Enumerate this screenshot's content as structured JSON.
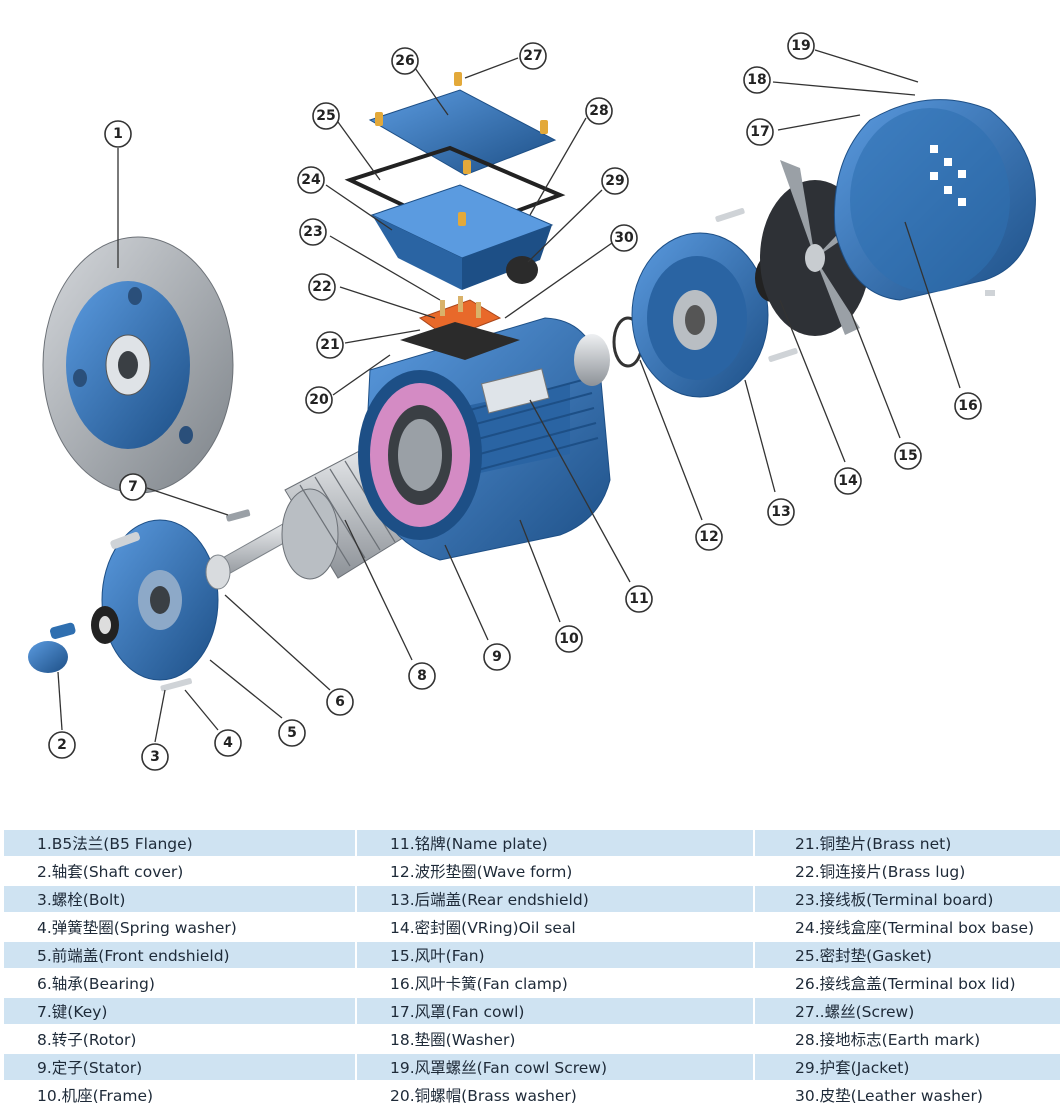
{
  "diagram": {
    "callouts": [
      "1",
      "2",
      "3",
      "4",
      "5",
      "6",
      "7",
      "8",
      "9",
      "10",
      "11",
      "12",
      "13",
      "14",
      "15",
      "16",
      "17",
      "18",
      "19",
      "20",
      "21",
      "22",
      "23",
      "24",
      "25",
      "26",
      "27",
      "28",
      "29",
      "30"
    ],
    "colors": {
      "motor_blue": "#2f6fb0",
      "motor_dark": "#1d4f86",
      "flange_grey": "#9aa0a6",
      "rotor_silver": "#c8ccd0",
      "terminal_orange": "#e8692a",
      "stator_pink": "#d48bc4"
    }
  },
  "legend": {
    "rows": [
      [
        "1.B5法兰(B5 Flange)",
        "11.铭牌(Name plate)",
        "21.铜垫片(Brass net)"
      ],
      [
        "2.轴套(Shaft cover)",
        "12.波形垫圈(Wave form)",
        "22.铜连接片(Brass lug)"
      ],
      [
        "3.螺栓(Bolt)",
        "13.后端盖(Rear endshield)",
        "23.接线板(Terminal board)"
      ],
      [
        "4.弹簧垫圈(Spring washer)",
        "14.密封圈(VRing)Oil seal",
        "24.接线盒座(Terminal box base)"
      ],
      [
        "5.前端盖(Front endshield)",
        "15.风叶(Fan)",
        "25.密封垫(Gasket)"
      ],
      [
        "6.轴承(Bearing)",
        "16.风叶卡簧(Fan clamp)",
        "26.接线盒盖(Terminal box lid)"
      ],
      [
        "7.键(Key)",
        "17.风罩(Fan cowl)",
        "27..螺丝(Screw)"
      ],
      [
        "8.转子(Rotor)",
        "18.垫圈(Washer)",
        "28.接地标志(Earth mark)"
      ],
      [
        "9.定子(Stator)",
        "19.风罩螺丝(Fan cowl Screw)",
        "29.护套(Jacket)"
      ],
      [
        "10.机座(Frame)",
        "20.铜螺帽(Brass washer)",
        "30.皮垫(Leather washer)"
      ]
    ]
  }
}
